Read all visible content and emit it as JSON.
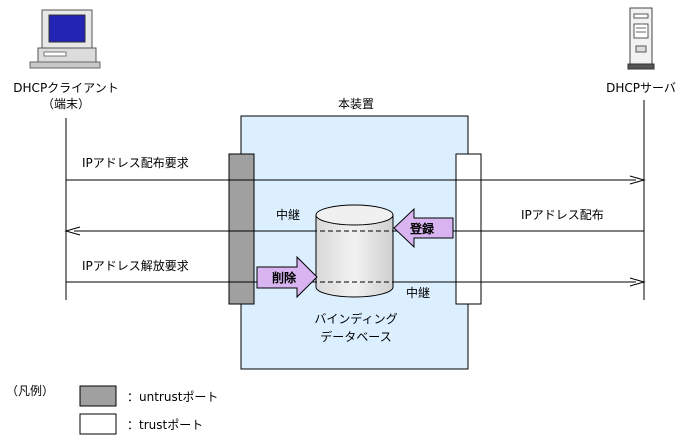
{
  "title": "本装置",
  "client": {
    "label_line1": "DHCPクライアント",
    "label_line2": "（端末）",
    "icon": "computer-icon"
  },
  "server": {
    "label": "DHCPサーバ",
    "icon": "server-icon"
  },
  "messages": {
    "request": "IPアドレス配布要求",
    "distribute": "IPアドレス配布",
    "release_request": "IPアドレス解放要求",
    "relay_left": "中継",
    "relay_right": "中継"
  },
  "database": {
    "label_line1": "バインディング",
    "label_line2": "データベース",
    "icon": "database-icon"
  },
  "actions": {
    "register": "登録",
    "delete": "削除"
  },
  "legend": {
    "title": "（凡例）",
    "untrust": "：untrustポート",
    "trust": "：trustポート"
  },
  "colors": {
    "device_bg": "#dcefff",
    "untrust_port": "#a0a0a0",
    "trust_port": "#ffffff",
    "action_arrow": "#d8b4f0",
    "database_fill": "#e6e6e6"
  }
}
